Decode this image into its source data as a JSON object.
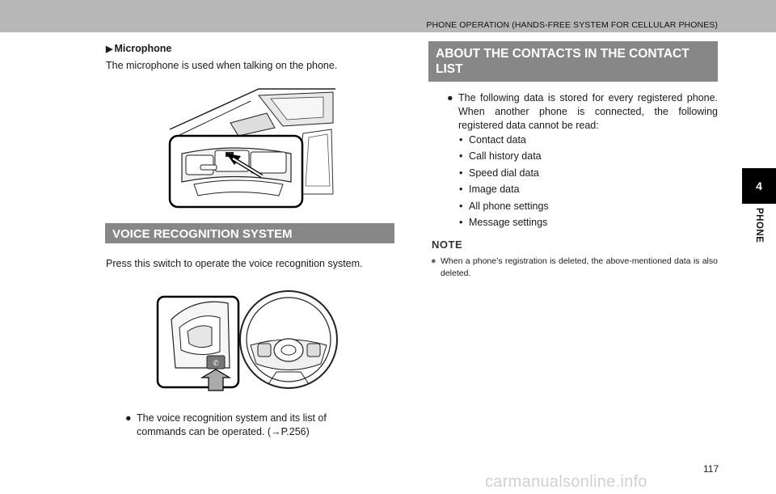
{
  "header": {
    "title": "PHONE OPERATION (HANDS-FREE SYSTEM FOR CELLULAR PHONES)"
  },
  "side_tab": {
    "number": "4",
    "label": "PHONE"
  },
  "left": {
    "microphone_heading": "Microphone",
    "microphone_text": "The microphone is used when talking on the phone.",
    "voice_banner": "VOICE RECOGNITION SYSTEM",
    "voice_text": "Press this switch to operate the voice recognition system.",
    "voice_bullet_line1": "The voice recognition system and its list of",
    "voice_bullet_line2": "commands can be operated. (→P.256)"
  },
  "right": {
    "banner_line1": "ABOUT THE CONTACTS IN THE CONTACT",
    "banner_line2": "LIST",
    "intro": "The following data is stored for every registered phone. When another phone is connected, the following registered data cannot be read:",
    "items": [
      "Contact data",
      "Call history data",
      "Speed dial data",
      "Image data",
      "All phone settings",
      "Message settings"
    ],
    "note_title": "NOTE",
    "note_text": "When a phone’s registration is deleted, the above-mentioned data is also deleted."
  },
  "footer": {
    "page_number": "117",
    "watermark": "carmanualsonline.info"
  }
}
